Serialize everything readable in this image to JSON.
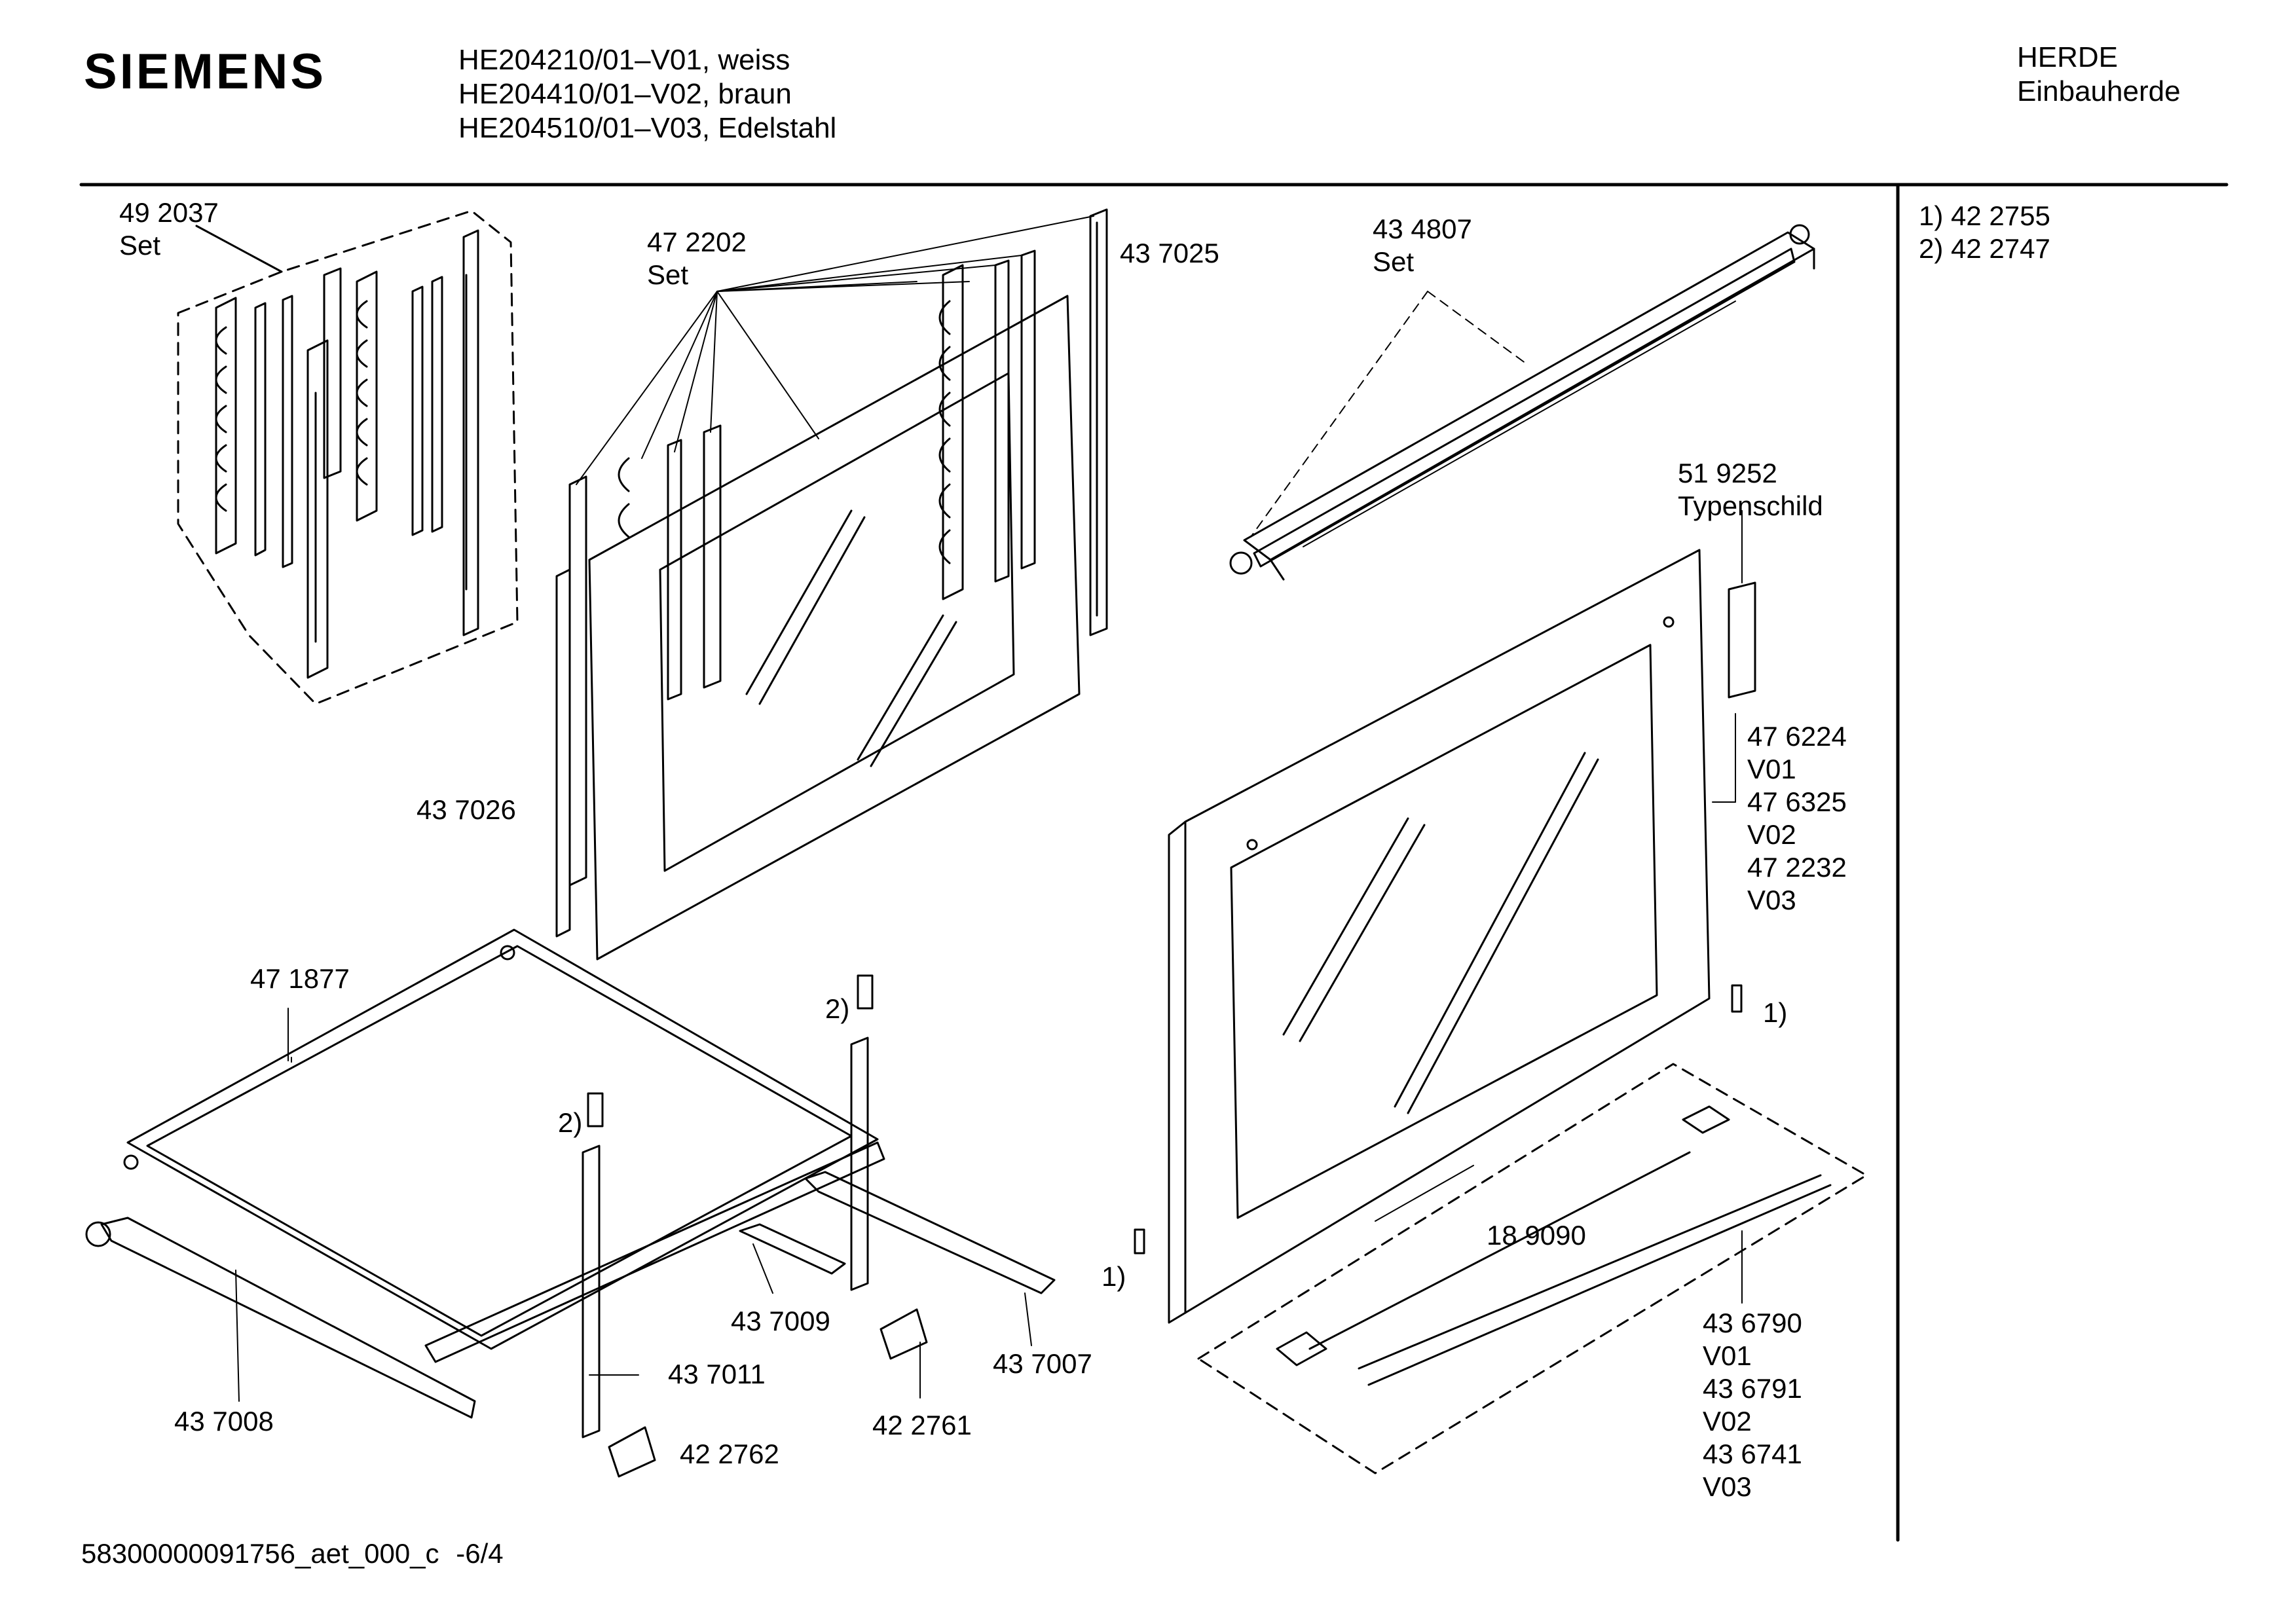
{
  "header": {
    "brand": "SIEMENS",
    "models": [
      "HE204210/01–V01, weiss",
      "HE204410/01–V02, braun",
      "HE204510/01–V03, Edelstahl"
    ],
    "category": "HERDE",
    "subcategory": "Einbauherde"
  },
  "notes": [
    "1) 42 2755",
    "2) 42 2747"
  ],
  "parts": {
    "p492037": "49 2037",
    "p492037_set": "Set",
    "p472202": "47 2202",
    "p472202_set": "Set",
    "p437025": "43 7025",
    "p434807": "43 4807",
    "p434807_set": "Set",
    "p519252": "51 9252",
    "typenschild": "Typenschild",
    "p437026": "43 7026",
    "door_variants": [
      "47 6224",
      "V01",
      "47 6325",
      "V02",
      "47 2232",
      "V03"
    ],
    "note1_ref": "1)",
    "note1_ref_b": "1)",
    "p471877": "47 1877",
    "note2_ref_a": "2)",
    "note2_ref_b": "2)",
    "p189090": "18 9090",
    "p437009": "43 7009",
    "p437011": "43 7011",
    "p437007": "43 7007",
    "p437008": "43 7008",
    "p422762": "42 2762",
    "p422761": "42 2761",
    "handle_variants": [
      "43 6790",
      "V01",
      "43 6791",
      "V02",
      "43 6741",
      "V03"
    ]
  },
  "footer": {
    "code": "58300000091756_aet_000_c",
    "page": "-6/4"
  }
}
